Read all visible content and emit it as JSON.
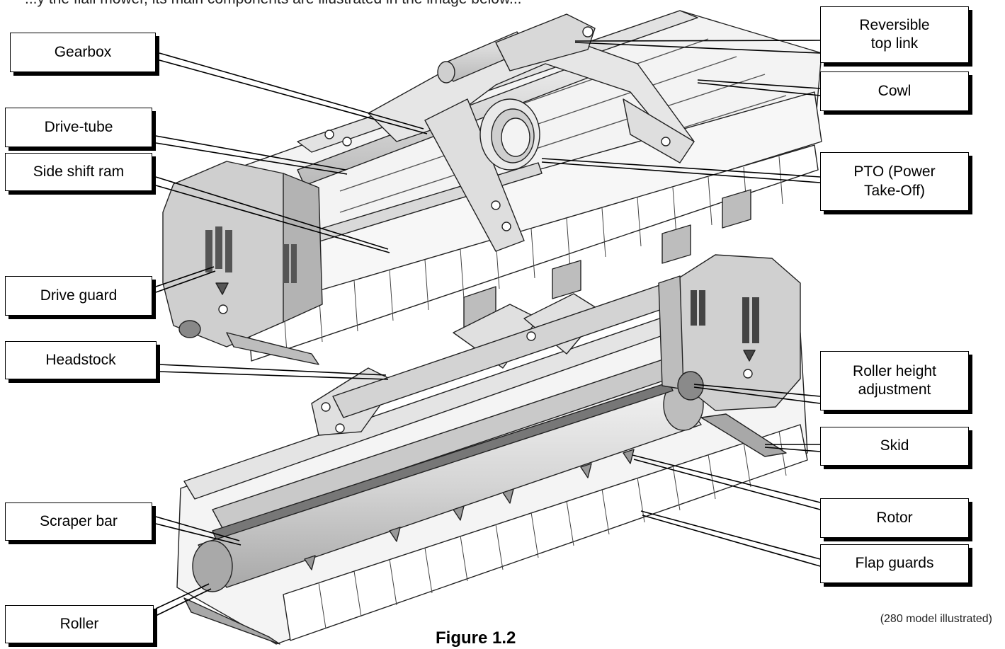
{
  "top_text": "...y the flail mower, its main components are illustrated in the image below...",
  "figure": {
    "caption": "Figure 1.2",
    "note": "(280 model illustrated)"
  },
  "labels": [
    {
      "id": "gearbox",
      "text": "Gearbox"
    },
    {
      "id": "drive-tube",
      "text": "Drive-tube"
    },
    {
      "id": "side-shift-ram",
      "text": "Side shift ram"
    },
    {
      "id": "drive-guard",
      "text": "Drive guard"
    },
    {
      "id": "headstock",
      "text": "Headstock"
    },
    {
      "id": "scraper-bar",
      "text": "Scraper bar"
    },
    {
      "id": "roller",
      "text": "Roller"
    },
    {
      "id": "reversible-top-link",
      "text": "Reversible\ntop link"
    },
    {
      "id": "cowl",
      "text": "Cowl"
    },
    {
      "id": "pto",
      "text": "PTO (Power\nTake-Off)"
    },
    {
      "id": "roller-height-adjustment",
      "text": "Roller height\nadjustment"
    },
    {
      "id": "skid",
      "text": "Skid"
    },
    {
      "id": "rotor",
      "text": "Rotor"
    },
    {
      "id": "flap-guards",
      "text": "Flap guards"
    }
  ]
}
